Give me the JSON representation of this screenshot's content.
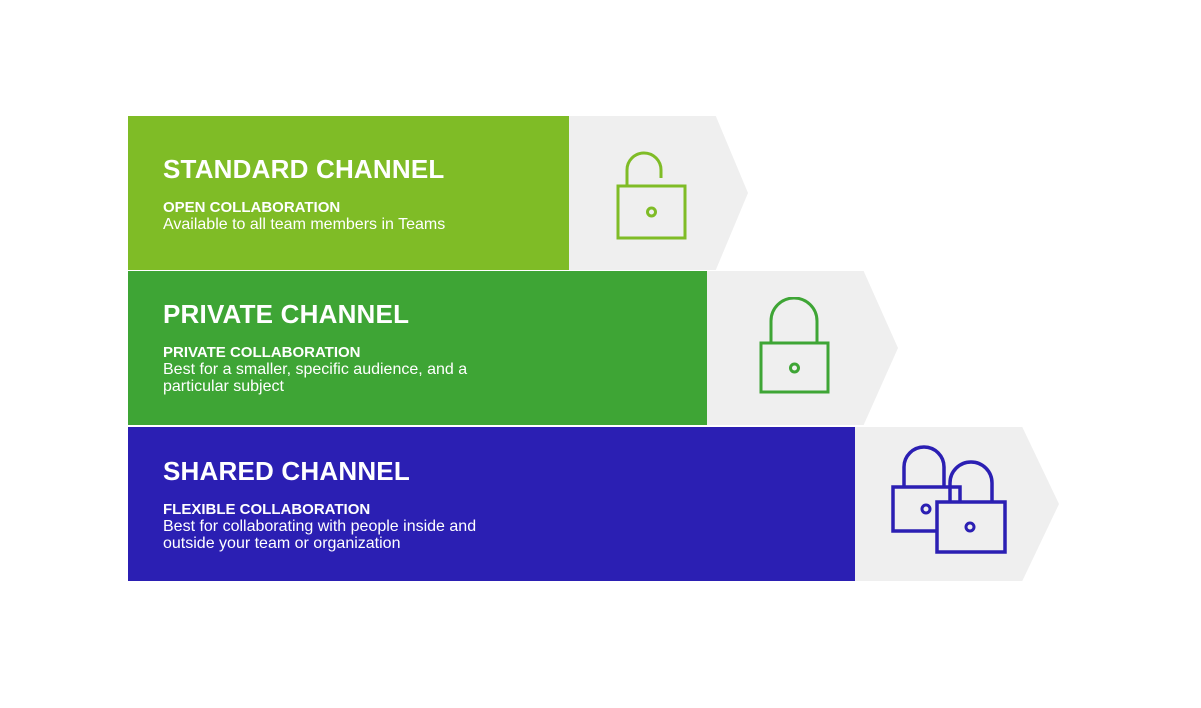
{
  "channels": [
    {
      "title": "STANDARD CHANNEL",
      "subtitle": "OPEN COLLABORATION",
      "description": "Available to all team members in Teams",
      "color": "#7fbc26",
      "icon": "unlocked-padlock-icon"
    },
    {
      "title": "PRIVATE CHANNEL",
      "subtitle": "PRIVATE COLLABORATION",
      "description": "Best for a smaller, specific audience, and a particular subject",
      "color": "#3ea535",
      "icon": "locked-padlock-icon"
    },
    {
      "title": "SHARED CHANNEL",
      "subtitle": "FLEXIBLE COLLABORATION",
      "description": "Best for collaborating with people inside and outside your team or organization",
      "color": "#2b1fb3",
      "icon": "double-padlock-icon"
    }
  ],
  "arrow_color": "#efefef"
}
